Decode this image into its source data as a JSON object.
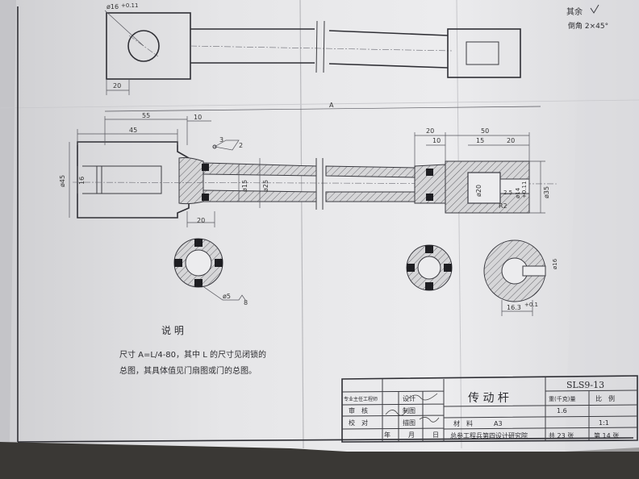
{
  "top_note": {
    "line1": "其余",
    "line2": "倒角 2×45°"
  },
  "top_view": {
    "dia_label": "ø16",
    "dia_tol": "+0.11",
    "width_label": "20"
  },
  "overall_dim": "A",
  "left_dims": {
    "d55": "55",
    "d45": "45",
    "d10": "10",
    "dia45": "ø45",
    "d16": "16",
    "d20": "20"
  },
  "mid_dims": {
    "dia15": "ø15",
    "dia25": "ø25"
  },
  "right_dims": {
    "d20a": "20",
    "d10": "10",
    "d50": "50",
    "d15": "15",
    "d20b": "20",
    "dia20": "ø20",
    "dia14": "ø14",
    "dia14_tol": "+0.11",
    "dia35": "ø35",
    "r2": "R2",
    "d25": "2.5"
  },
  "weld_note": {
    "num1": "3",
    "num2": "2"
  },
  "bottom_left": {
    "label": "ø5",
    "num": "8"
  },
  "section_right": {
    "width": "16.3",
    "width_tol": "+0.1",
    "side": "ø16"
  },
  "notes": {
    "heading": "说  明",
    "line1": "尺寸 A=L/4-80，其中 L 的尺寸见闭锁的",
    "line2": "总图，其具体值见门扇图或门的总图。"
  },
  "title_block": {
    "row_labels": [
      "专业主任工程师",
      "审　核",
      "校　对"
    ],
    "sig_labels": [
      "设计",
      "制图",
      "描图"
    ],
    "date_labels": [
      "年",
      "月",
      "日"
    ],
    "part_name": "传 动 杆",
    "drawing_no": "SLS9-13",
    "material_label": "材　料",
    "format": "A3",
    "ref_label": "总参工程兵第四设计研究院",
    "weight_label": "重(千克)量",
    "scale_label": "比　例",
    "weight_value": "1.6",
    "scale_value": "1:1",
    "total_label": "共 23 张",
    "sheet_label": "第 14 张"
  }
}
